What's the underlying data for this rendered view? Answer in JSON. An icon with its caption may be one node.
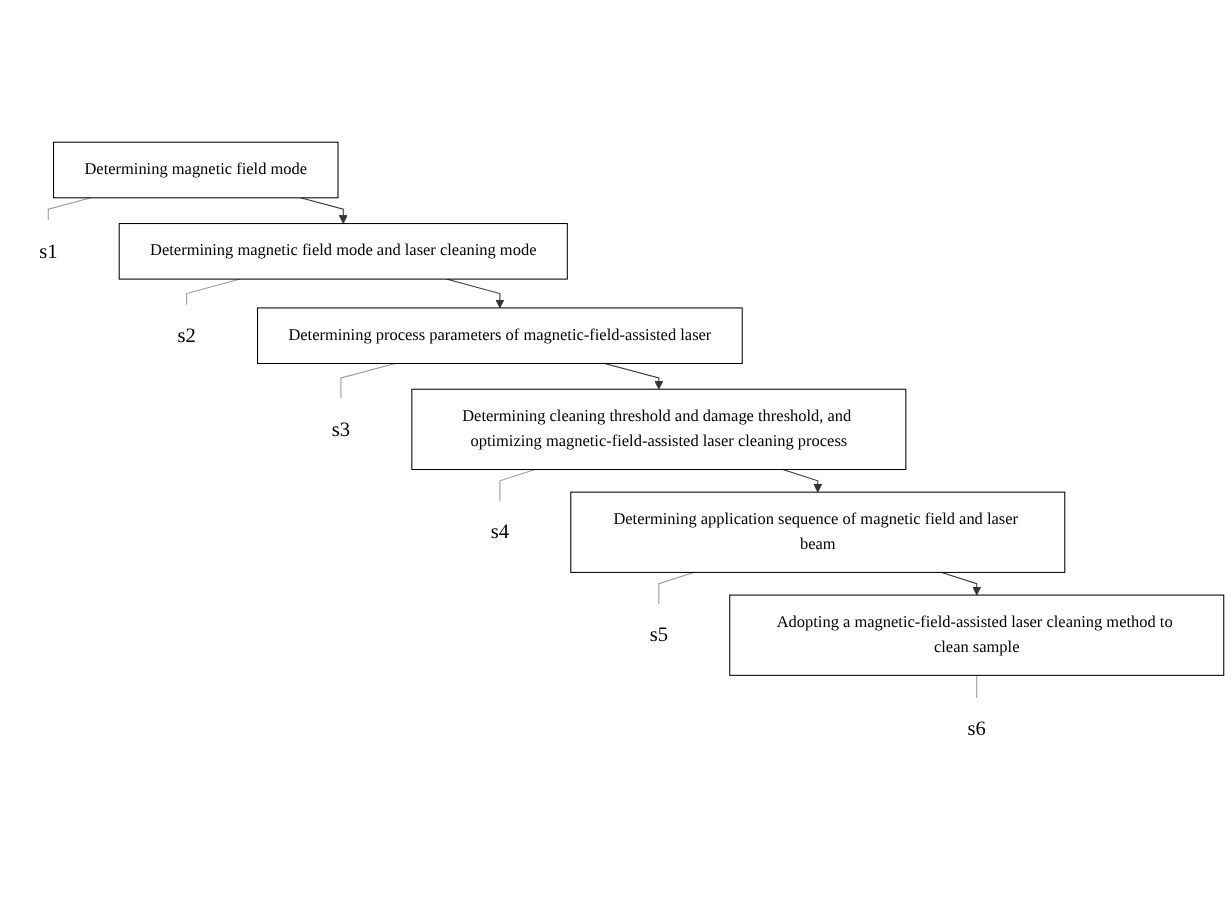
{
  "diagram": {
    "nodes": [
      {
        "text": [
          "Determining magnetic field mode"
        ]
      },
      {
        "text": [
          "s1"
        ]
      },
      {
        "text": [
          "Determining magnetic field mode and laser cleaning mode"
        ]
      },
      {
        "text": [
          "s2"
        ]
      },
      {
        "text": [
          "Determining process parameters of magnetic-field-assisted laser"
        ]
      },
      {
        "text": [
          "s3"
        ]
      },
      {
        "text": [
          "Determining cleaning threshold and damage threshold, and optimizing magnetic-field-assisted laser cleaning process"
        ]
      },
      {
        "text": [
          "s4"
        ]
      },
      {
        "text": [
          "Determining application sequence of magnetic field and laser beam"
        ]
      },
      {
        "text": [
          "s5"
        ]
      },
      {
        "text": [
          "Adopting a magnetic-field-assisted laser cleaning method to clean sample"
        ]
      },
      {
        "text": [
          "s6"
        ]
      }
    ],
    "edges": [
      {
        "from": 0,
        "to": 1,
        "arrow": "none"
      },
      {
        "from": 0,
        "to": 2,
        "arrow": "to",
        "color": "#333333"
      },
      {
        "from": 2,
        "to": 3,
        "arrow": "none"
      },
      {
        "from": 2,
        "to": 4,
        "arrow": "to",
        "color": "#333333"
      },
      {
        "from": 4,
        "to": 5,
        "arrow": "none"
      },
      {
        "from": 4,
        "to": 6,
        "arrow": "to",
        "color": "#333333"
      },
      {
        "from": 6,
        "to": 7,
        "arrow": "none"
      },
      {
        "from": 6,
        "to": 8,
        "arrow": "to",
        "color": "#333333"
      },
      {
        "from": 8,
        "to": 9,
        "arrow": "none"
      },
      {
        "from": 8,
        "to": 10,
        "arrow": "to",
        "color": "#333333"
      },
      {
        "from": 10,
        "to": 11,
        "arrow": "none"
      }
    ]
  }
}
